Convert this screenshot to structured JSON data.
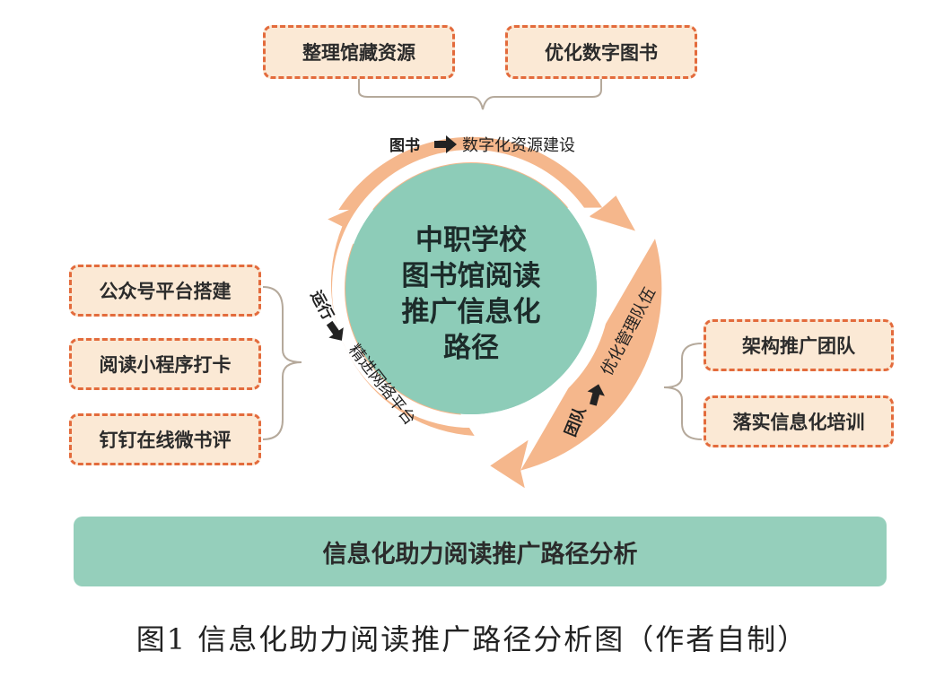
{
  "top_boxes": [
    "整理馆藏资源",
    "优化数字图书"
  ],
  "left_boxes": [
    "公众号平台搭建",
    "阅读小程序打卡",
    "钉钉在线微书评"
  ],
  "right_boxes": [
    "架构推广团队",
    "落实信息化培训"
  ],
  "arc_labels": {
    "top_bold": "图书",
    "top_normal": "数字化资源建设",
    "left_bold": "运行",
    "left_normal": "精进网络平台",
    "right_bold": "团队",
    "right_normal": "优化管理队伍"
  },
  "center_lines": [
    "中职学校",
    "图书馆阅读",
    "推广信息化",
    "路径"
  ],
  "banner": "信息化助力阅读推广路径分析",
  "caption": "图1 信息化助力阅读推广路径分析图（作者自制）",
  "colors": {
    "arrow": "#f5b78c",
    "box_fill": "#fbe9d5",
    "box_border": "#e36b3c",
    "circle": "#8dccb8",
    "banner": "#95cfbb",
    "bracket": "#b5a99b"
  }
}
